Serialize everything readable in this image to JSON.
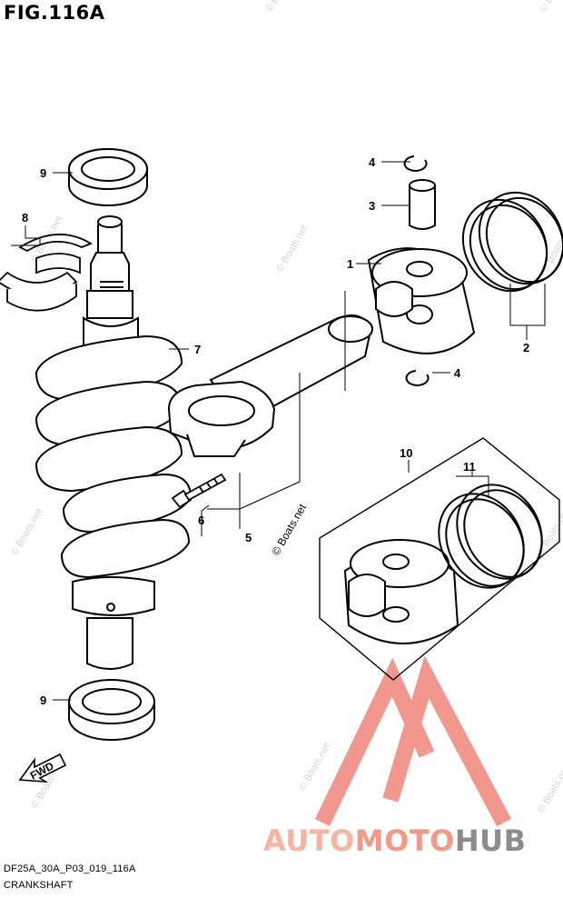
{
  "figure": {
    "title": "FIG.116A",
    "code": "DF25A_30A_P03_019_116A",
    "subtitle": "CRANKSHAFT"
  },
  "callouts": [
    {
      "id": "callout-1",
      "label": "1"
    },
    {
      "id": "callout-2",
      "label": "2"
    },
    {
      "id": "callout-3",
      "label": "3"
    },
    {
      "id": "callout-4-top",
      "label": "4"
    },
    {
      "id": "callout-4-bottom",
      "label": "4"
    },
    {
      "id": "callout-5",
      "label": "5"
    },
    {
      "id": "callout-6",
      "label": "6"
    },
    {
      "id": "callout-7",
      "label": "7"
    },
    {
      "id": "callout-8",
      "label": "8"
    },
    {
      "id": "callout-9-top",
      "label": "9"
    },
    {
      "id": "callout-9-bottom",
      "label": "9"
    },
    {
      "id": "callout-10",
      "label": "10"
    },
    {
      "id": "callout-11",
      "label": "11"
    }
  ],
  "watermark": {
    "text": "© Boats.net",
    "fwd_label": "FWD",
    "brand_a": "AUTO",
    "brand_b": "MOTO",
    "brand_c": "HUB",
    "colors": {
      "triangle": "#f0857a",
      "auto": "#f6b5a0",
      "moto": "#f39a86",
      "hub": "#8c8c8c",
      "faint": "#d4d4d4"
    }
  }
}
